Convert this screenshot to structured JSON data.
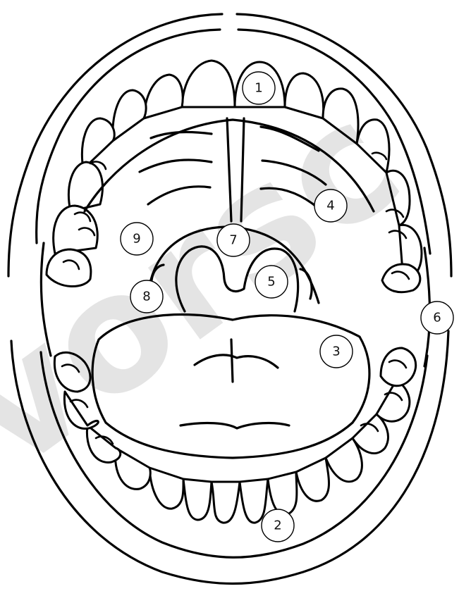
{
  "diagram": {
    "labels": [
      "1",
      "2",
      "3",
      "4",
      "5",
      "6",
      "7",
      "8",
      "9"
    ],
    "watermark": "vorsc"
  }
}
